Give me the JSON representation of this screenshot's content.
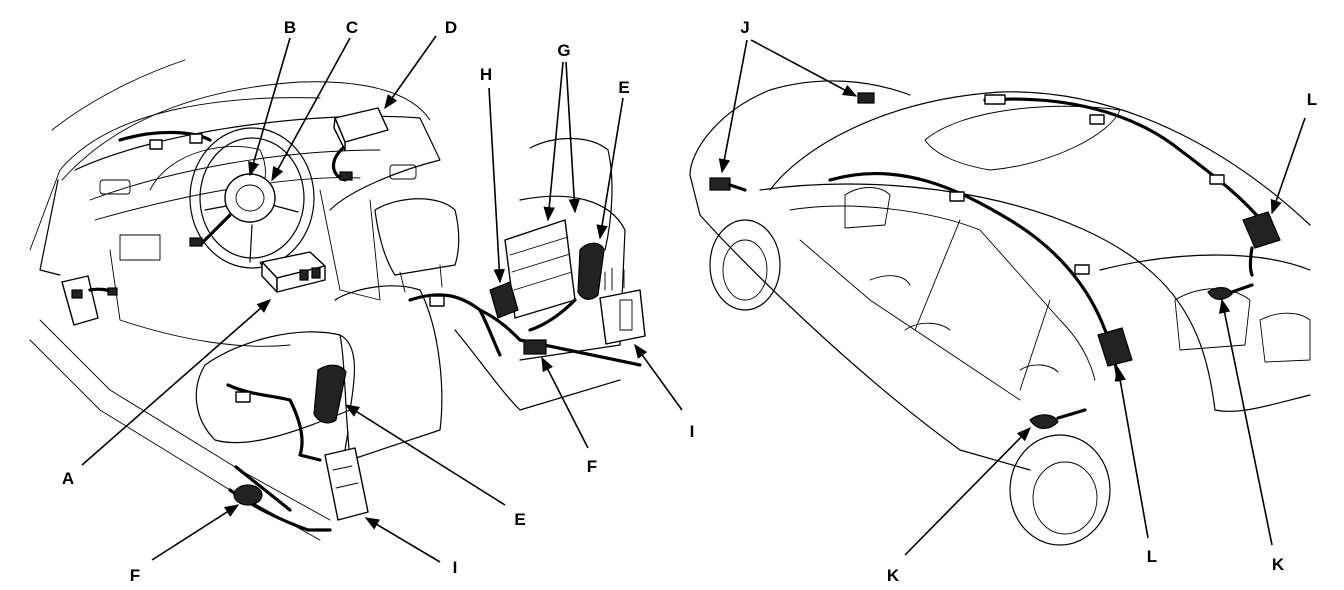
{
  "labels": {
    "A": "A",
    "B": "B",
    "C": "C",
    "D": "D",
    "E": "E",
    "F": "F",
    "G": "G",
    "H": "H",
    "I": "I",
    "J": "J",
    "K": "K",
    "L": "L"
  }
}
